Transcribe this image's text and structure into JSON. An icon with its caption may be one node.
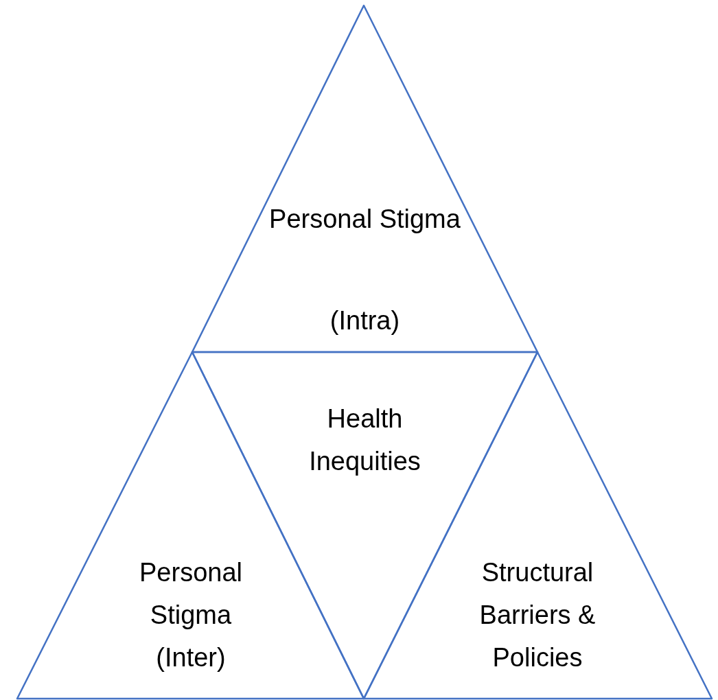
{
  "diagram": {
    "nodes": [
      {
        "text": [
          "Personal Stigma",
          "(Intra)"
        ]
      },
      {
        "text": [
          "Health Inequities"
        ]
      },
      {
        "text": [
          "Personal Stigma (Inter)"
        ]
      },
      {
        "text": [
          "Structural Barriers & Policies"
        ]
      }
    ]
  }
}
